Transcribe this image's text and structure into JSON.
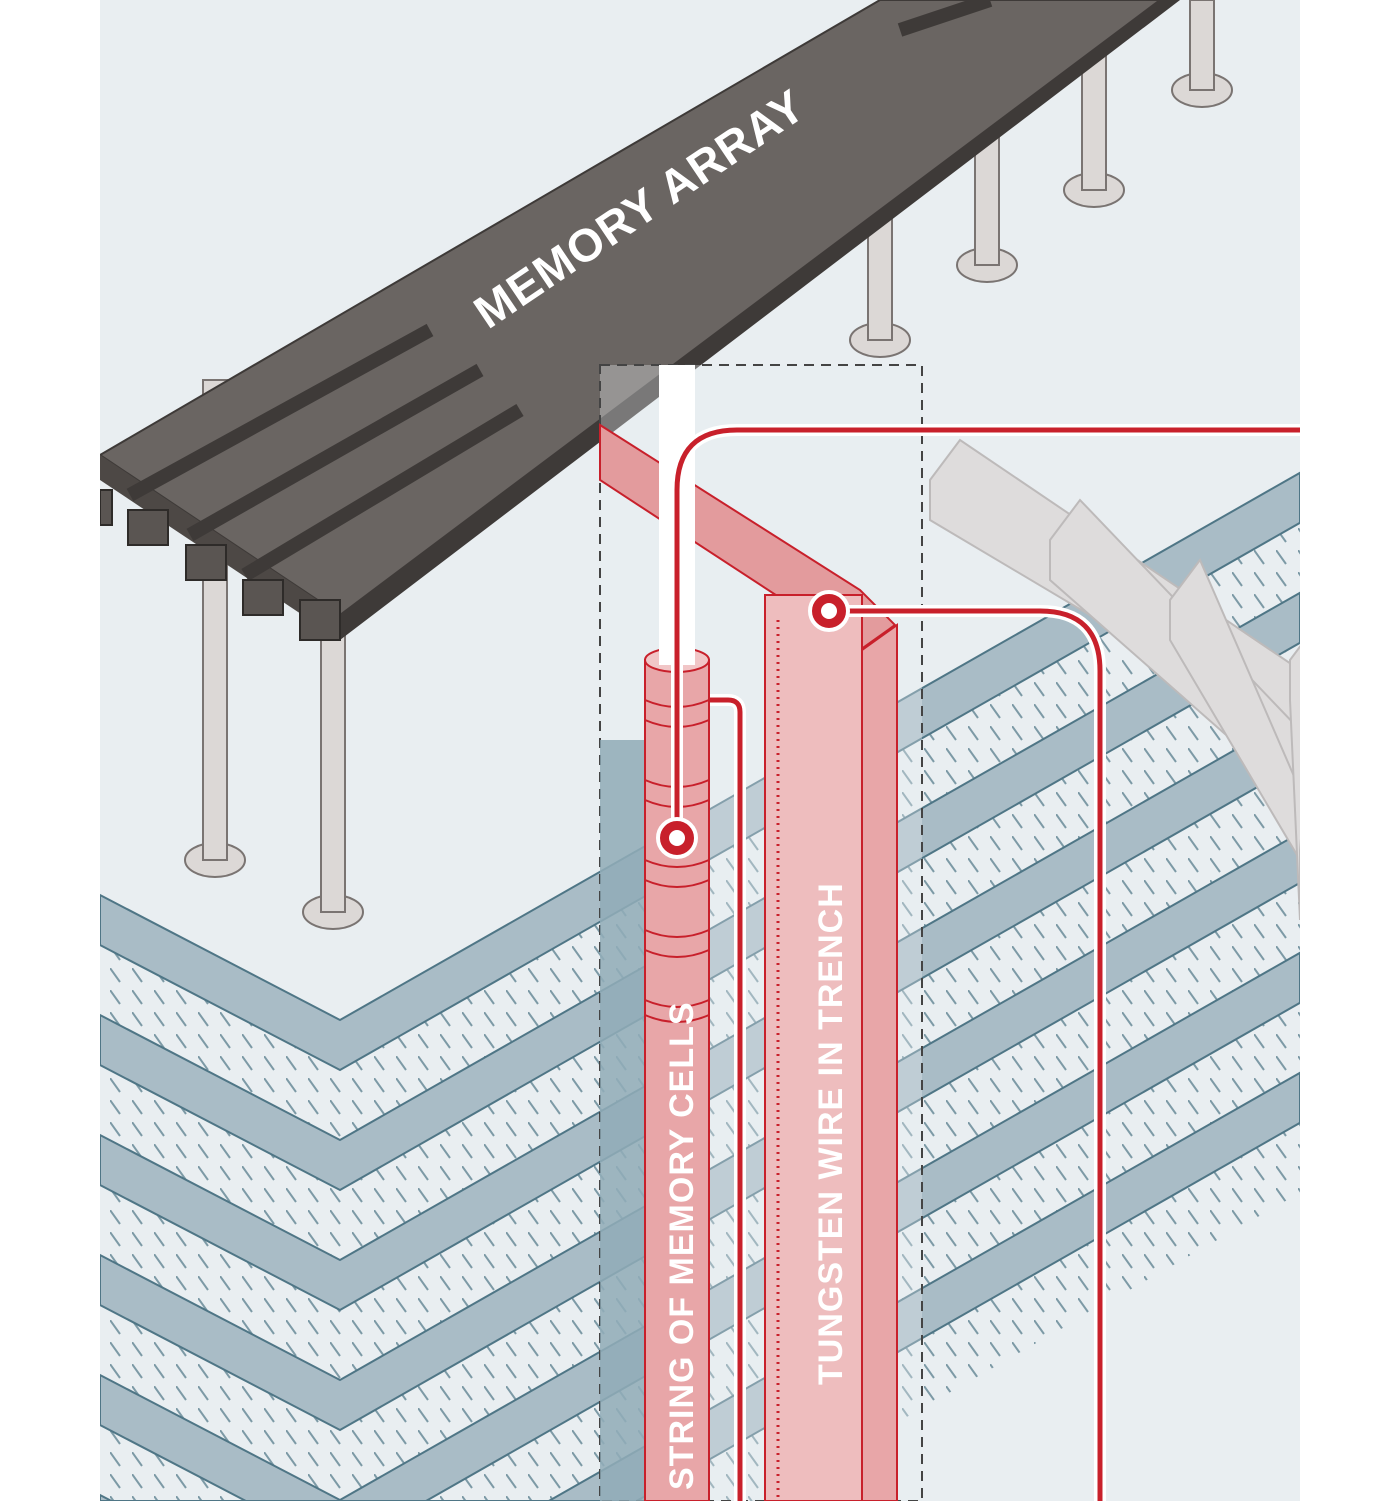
{
  "labels": {
    "memory_array": "MEMORY ARRAY",
    "string_of_cells": "STRING OF MEMORY CELLS",
    "tungsten_wire": "TUNGSTEN WIRE IN TRENCH"
  },
  "colors": {
    "background": "#e9eef1",
    "layer_side": "#a9bcc6",
    "layer_edge": "#4f7686",
    "layer_top": "#cad6dd",
    "memory_array": "#6a6562",
    "memory_array_dark": "#4d4845",
    "pillar": "#dcd8d6",
    "accent_red": "#c8202b",
    "pink": "#e8a6a8",
    "pink_light": "#f1c6c7",
    "gray_slab": "#dedcdc"
  }
}
